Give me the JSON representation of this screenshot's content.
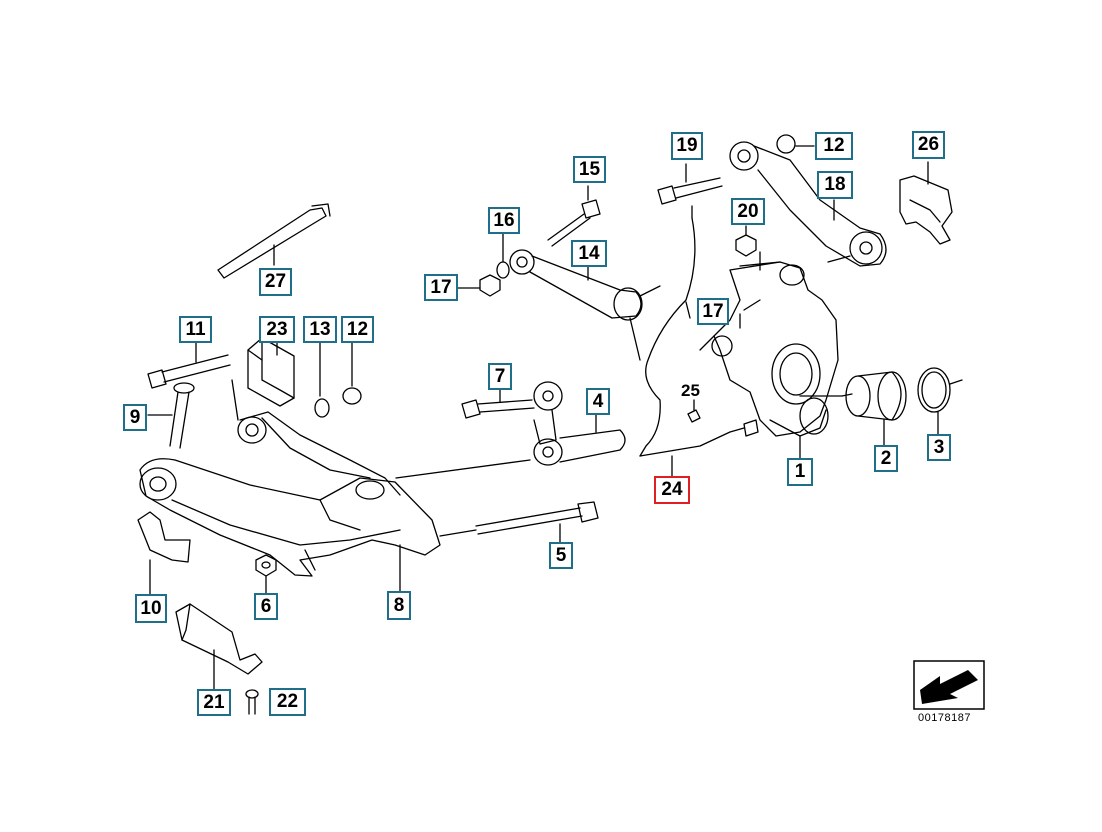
{
  "diagram": {
    "document_number": "00178187",
    "callouts": [
      {
        "id": "c1",
        "label": "1"
      },
      {
        "id": "c2",
        "label": "2"
      },
      {
        "id": "c3",
        "label": "3"
      },
      {
        "id": "c4",
        "label": "4"
      },
      {
        "id": "c5",
        "label": "5"
      },
      {
        "id": "c6",
        "label": "6"
      },
      {
        "id": "c7",
        "label": "7"
      },
      {
        "id": "c8",
        "label": "8"
      },
      {
        "id": "c9",
        "label": "9"
      },
      {
        "id": "c10",
        "label": "10"
      },
      {
        "id": "c11",
        "label": "11"
      },
      {
        "id": "c12a",
        "label": "12"
      },
      {
        "id": "c12b",
        "label": "12"
      },
      {
        "id": "c13",
        "label": "13"
      },
      {
        "id": "c14",
        "label": "14"
      },
      {
        "id": "c15",
        "label": "15"
      },
      {
        "id": "c16",
        "label": "16"
      },
      {
        "id": "c17a",
        "label": "17"
      },
      {
        "id": "c17b",
        "label": "17"
      },
      {
        "id": "c18",
        "label": "18"
      },
      {
        "id": "c19",
        "label": "19"
      },
      {
        "id": "c20",
        "label": "20"
      },
      {
        "id": "c21",
        "label": "21"
      },
      {
        "id": "c22",
        "label": "22"
      },
      {
        "id": "c23",
        "label": "23"
      },
      {
        "id": "c24",
        "label": "24",
        "selected": true
      },
      {
        "id": "c26",
        "label": "26"
      },
      {
        "id": "c27",
        "label": "27"
      }
    ],
    "plain_labels": [
      {
        "id": "p25",
        "label": "25"
      }
    ],
    "colors": {
      "callout_border": "#1f6f8b",
      "selected_border": "#e02020",
      "line": "#000000"
    }
  }
}
